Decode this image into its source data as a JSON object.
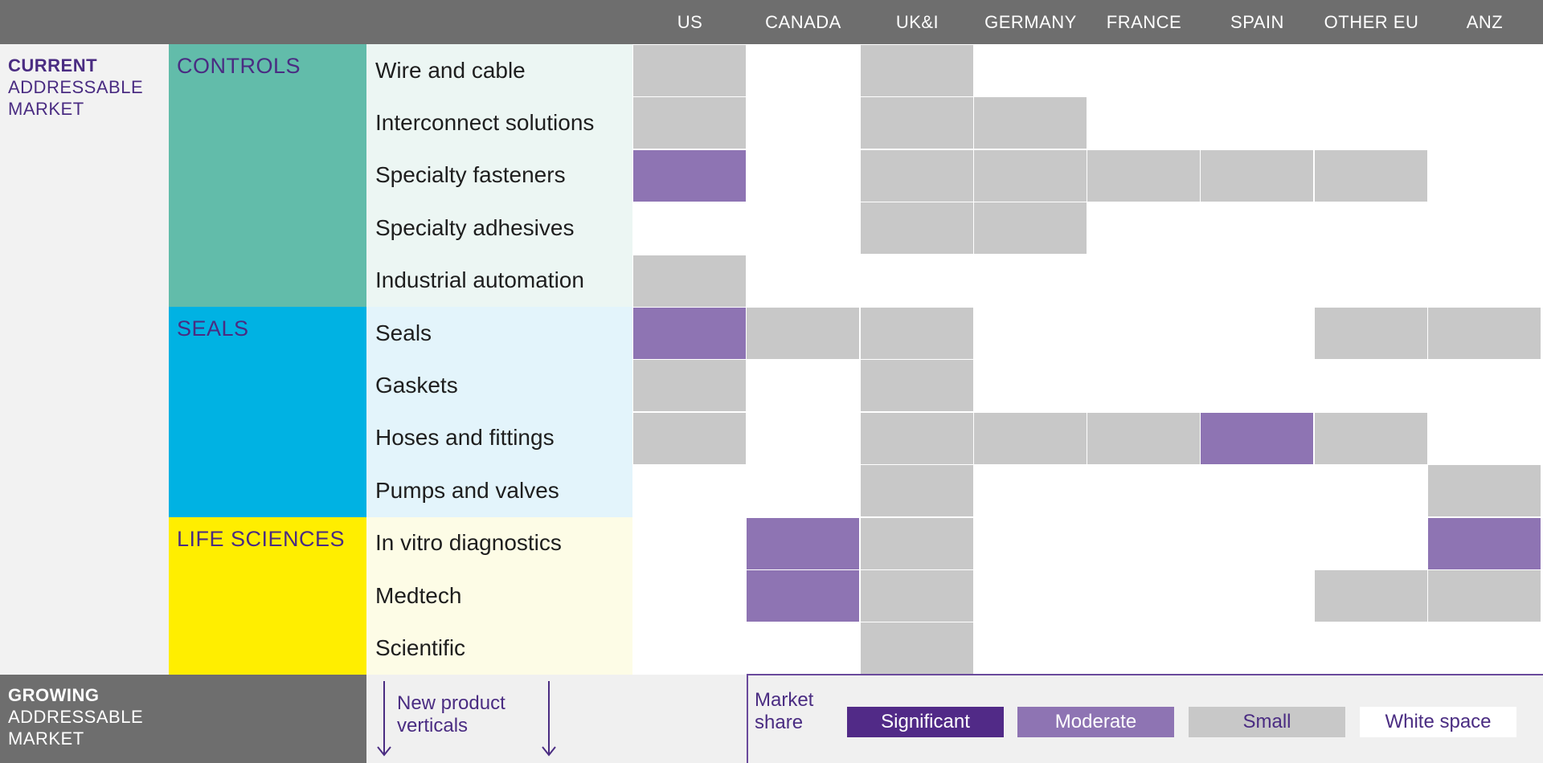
{
  "header": {
    "columns": [
      "US",
      "CANADA",
      "UK&I",
      "GERMANY",
      "FRANCE",
      "SPAIN",
      "OTHER EU",
      "ANZ"
    ]
  },
  "left": {
    "current_strong": "CURRENT",
    "current_rest": [
      "ADDRESSABLE",
      "MARKET"
    ],
    "growing_strong": "GROWING",
    "growing_rest": [
      "ADDRESSABLE",
      "MARKET"
    ]
  },
  "groups": [
    {
      "label": "CONTROLS",
      "color": "#62bcaa",
      "panel_color": "#ecf6f3"
    },
    {
      "label": "SEALS",
      "color": "#00b2e3",
      "panel_color": "#e3f4fb"
    },
    {
      "label": "LIFE SCIENCES",
      "color": "#ffee00",
      "panel_color": "#fdfce6"
    }
  ],
  "verticals": {
    "label_line1": "New product",
    "label_line2": "verticals"
  },
  "legend": {
    "title_line1": "Market",
    "title_line2": "share",
    "items": [
      {
        "key": "significant",
        "label": "Significant",
        "color": "#512a87",
        "text_color": "#ffffff"
      },
      {
        "key": "moderate",
        "label": "Moderate",
        "color": "#8e74b3",
        "text_color": "#ffffff"
      },
      {
        "key": "small",
        "label": "Small",
        "color": "#c8c8c8",
        "text_color": "#4a2c82"
      },
      {
        "key": "white",
        "label": "White space",
        "color": "#ffffff",
        "text_color": "#4a2c82"
      }
    ]
  },
  "chart_data": {
    "type": "heatmap",
    "columns": [
      "US",
      "CANADA",
      "UK&I",
      "GERMANY",
      "FRANCE",
      "SPAIN",
      "OTHER EU",
      "ANZ"
    ],
    "rows": [
      {
        "group": "CONTROLS",
        "label": "Wire and cable",
        "values": [
          "small",
          "white",
          "small",
          "white",
          "white",
          "white",
          "white",
          "white"
        ]
      },
      {
        "group": "CONTROLS",
        "label": "Interconnect solutions",
        "values": [
          "small",
          "white",
          "small",
          "small",
          "white",
          "white",
          "white",
          "white"
        ]
      },
      {
        "group": "CONTROLS",
        "label": "Specialty fasteners",
        "values": [
          "moderate",
          "white",
          "small",
          "small",
          "small",
          "small",
          "small",
          "white"
        ]
      },
      {
        "group": "CONTROLS",
        "label": "Specialty adhesives",
        "values": [
          "white",
          "white",
          "small",
          "small",
          "white",
          "white",
          "white",
          "white"
        ]
      },
      {
        "group": "CONTROLS",
        "label": "Industrial automation",
        "values": [
          "small",
          "white",
          "white",
          "white",
          "white",
          "white",
          "white",
          "white"
        ]
      },
      {
        "group": "SEALS",
        "label": "Seals",
        "values": [
          "moderate",
          "small",
          "small",
          "white",
          "white",
          "white",
          "small",
          "small"
        ]
      },
      {
        "group": "SEALS",
        "label": "Gaskets",
        "values": [
          "small",
          "white",
          "small",
          "white",
          "white",
          "white",
          "white",
          "white"
        ]
      },
      {
        "group": "SEALS",
        "label": "Hoses and fittings",
        "values": [
          "small",
          "white",
          "small",
          "small",
          "small",
          "moderate",
          "small",
          "white"
        ]
      },
      {
        "group": "SEALS",
        "label": "Pumps and valves",
        "values": [
          "white",
          "white",
          "small",
          "white",
          "white",
          "white",
          "white",
          "small"
        ]
      },
      {
        "group": "LIFE SCIENCES",
        "label": "In vitro diagnostics",
        "values": [
          "white",
          "moderate",
          "small",
          "white",
          "white",
          "white",
          "white",
          "moderate"
        ]
      },
      {
        "group": "LIFE SCIENCES",
        "label": "Medtech",
        "values": [
          "white",
          "moderate",
          "small",
          "white",
          "white",
          "white",
          "small",
          "small"
        ]
      },
      {
        "group": "LIFE SCIENCES",
        "label": "Scientific",
        "values": [
          "white",
          "white",
          "small",
          "white",
          "white",
          "white",
          "white",
          "white"
        ]
      }
    ]
  }
}
